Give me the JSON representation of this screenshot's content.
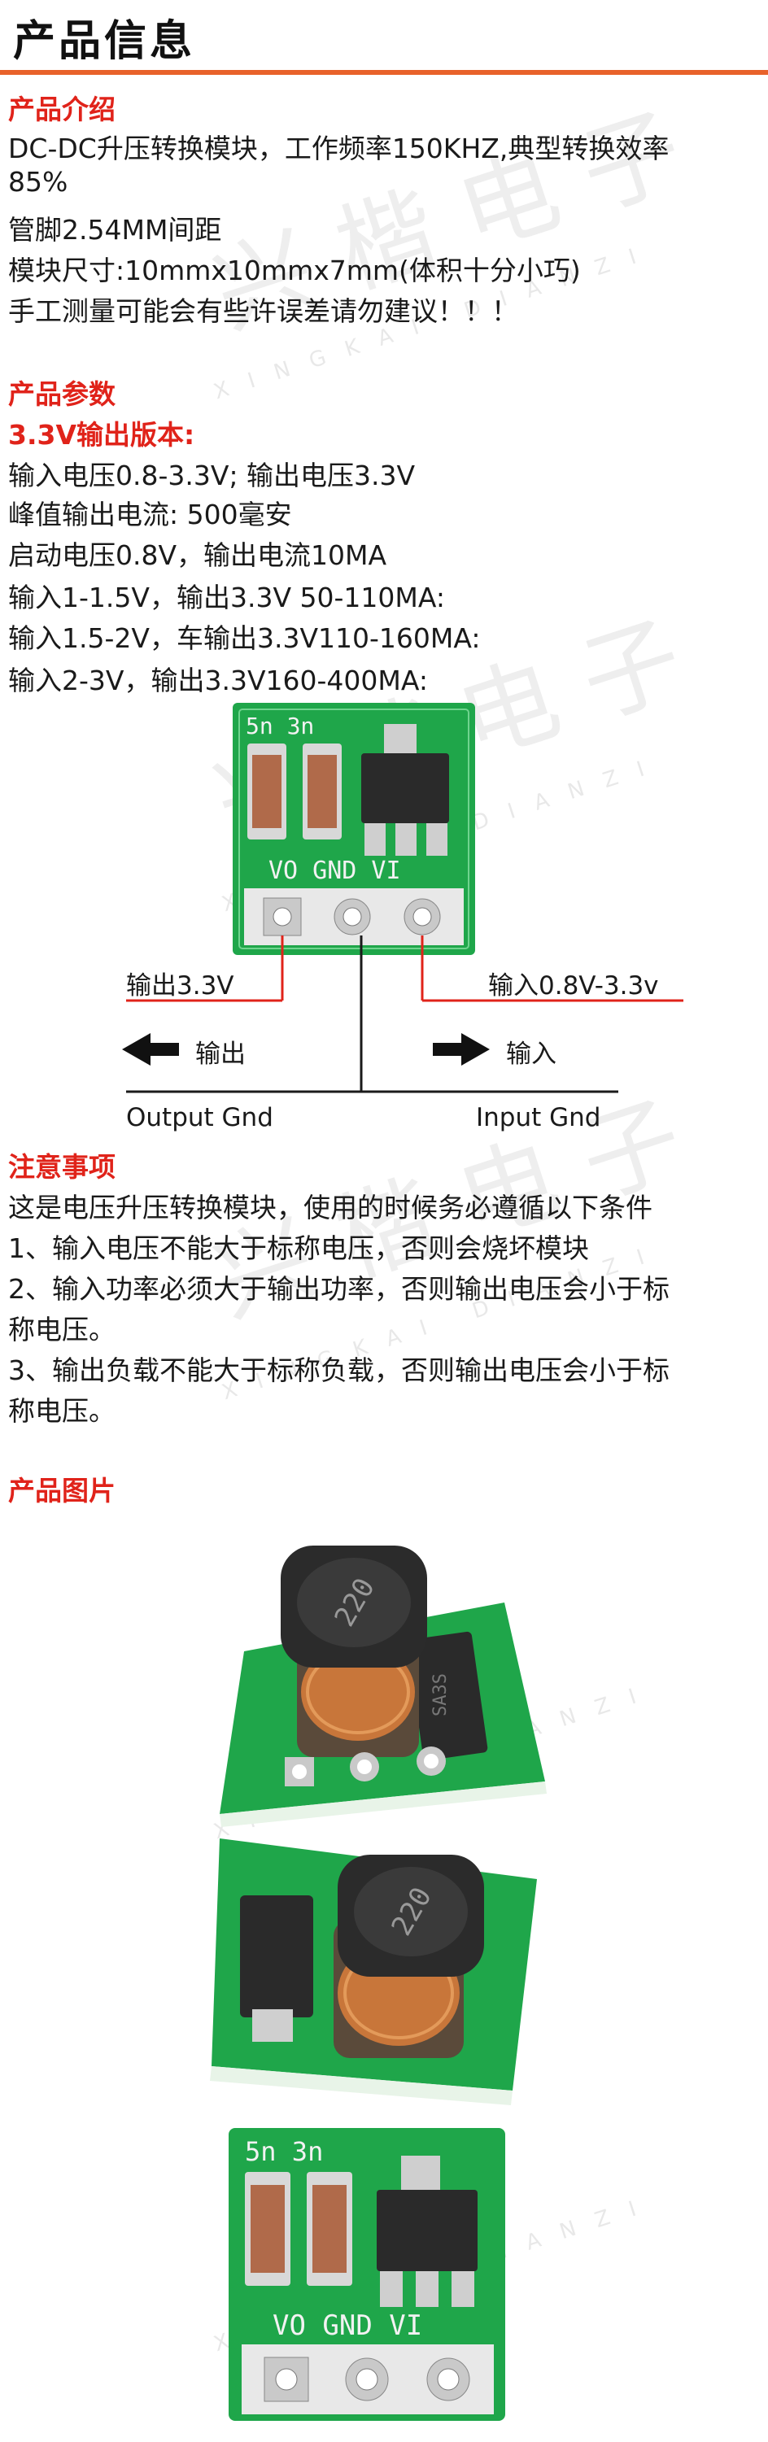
{
  "header": {
    "title": "产品信息"
  },
  "intro": {
    "title": "产品介绍",
    "lines": [
      "DC-DC升压转换模块，工作频率150KHZ,典型转换效率",
      "85%",
      "管脚2.54MM间距",
      "模块尺寸:10mmx10mmx7mm(体积十分小巧)",
      "手工测量可能会有些许误差请勿建议！！！"
    ]
  },
  "params": {
    "title": "产品参数",
    "version": "3.3V输出版本:",
    "lines": [
      "输入电压0.8-3.3V; 输出电压3.3V",
      "峰值输出电流: 500毫安",
      "启动电压0.8V，输出电流10MA",
      "输入1-1.5V，输出3.3V 50-110MA:",
      "输入1.5-2V，车输出3.3V110-160MA:",
      "输入2-3V，输出3.3V160-400MA:"
    ]
  },
  "board": {
    "silk_top": "5n 3n",
    "silk_pins": "VO GND VI",
    "chip_text": "SA3S"
  },
  "diagram": {
    "out_label": "输出3.3V",
    "in_label": "输入0.8V-3.3v",
    "out_arrow": "输出",
    "in_arrow": "输入",
    "out_gnd": "Output Gnd",
    "in_gnd": "Input Gnd",
    "accent": "#e0231a"
  },
  "notes": {
    "title": "注意事项",
    "lines": [
      "这是电压升压转换模块，使用的时候务必遵循以下条件",
      "1、输入电压不能大于标称电压，否则会烧坏模块",
      "2、输入功率必须大于输出功率，否则输出电压会小于标",
      "称电压。",
      "3、输出负载不能大于标称负载，否则输出电压会小于标",
      "称电压。"
    ]
  },
  "photos": {
    "title": "产品图片",
    "inductor_text": "220"
  },
  "watermark": {
    "main": "兴 楷 电 子",
    "sub": "XINGKAI DIANZI"
  },
  "colors": {
    "accent_orange": "#e8622a",
    "red": "#e0231a",
    "pcb_green": "#1fa64a"
  }
}
